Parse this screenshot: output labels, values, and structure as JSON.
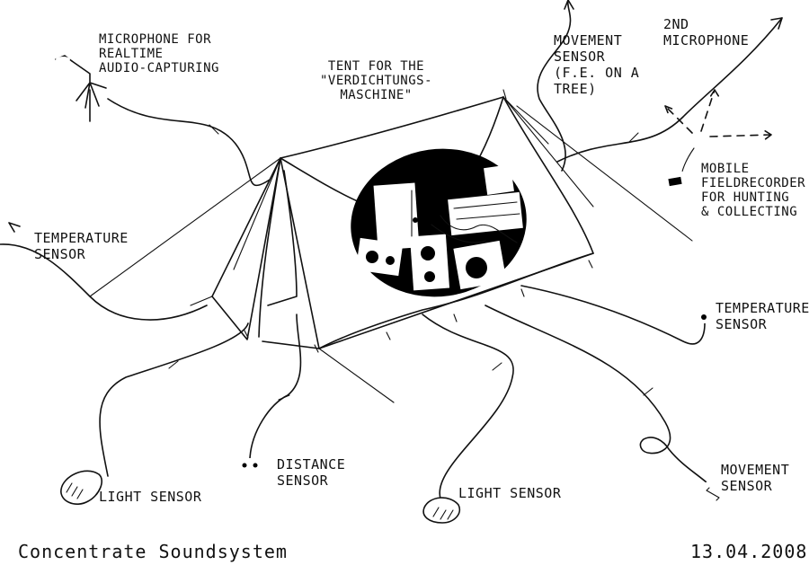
{
  "labels": {
    "microphone_realtime": "Microphone for\nrealtime\naudio-capturing",
    "tent": "Tent for the\n\"Verdichtungs-\nMaschine\"",
    "movement_sensor_tree": "Movement\nSensor\n(f.e. on a\nTree)",
    "second_microphone": "2nd\nMicrophone",
    "mobile_fieldrecorder": "Mobile\nFieldrecorder\nfor Hunting\n& collecting",
    "temperature_sensor_left": "Temperature\nSensor",
    "temperature_sensor_right": "Temperature\nSensor",
    "light_sensor_left": "Light Sensor",
    "distance_sensor": "Distance\nSensor",
    "light_sensor_center": "Light Sensor",
    "movement_sensor_right": "Movement\nSensor"
  },
  "footer": {
    "title": "Concentrate Soundsystem",
    "date": "13.04.2008"
  }
}
